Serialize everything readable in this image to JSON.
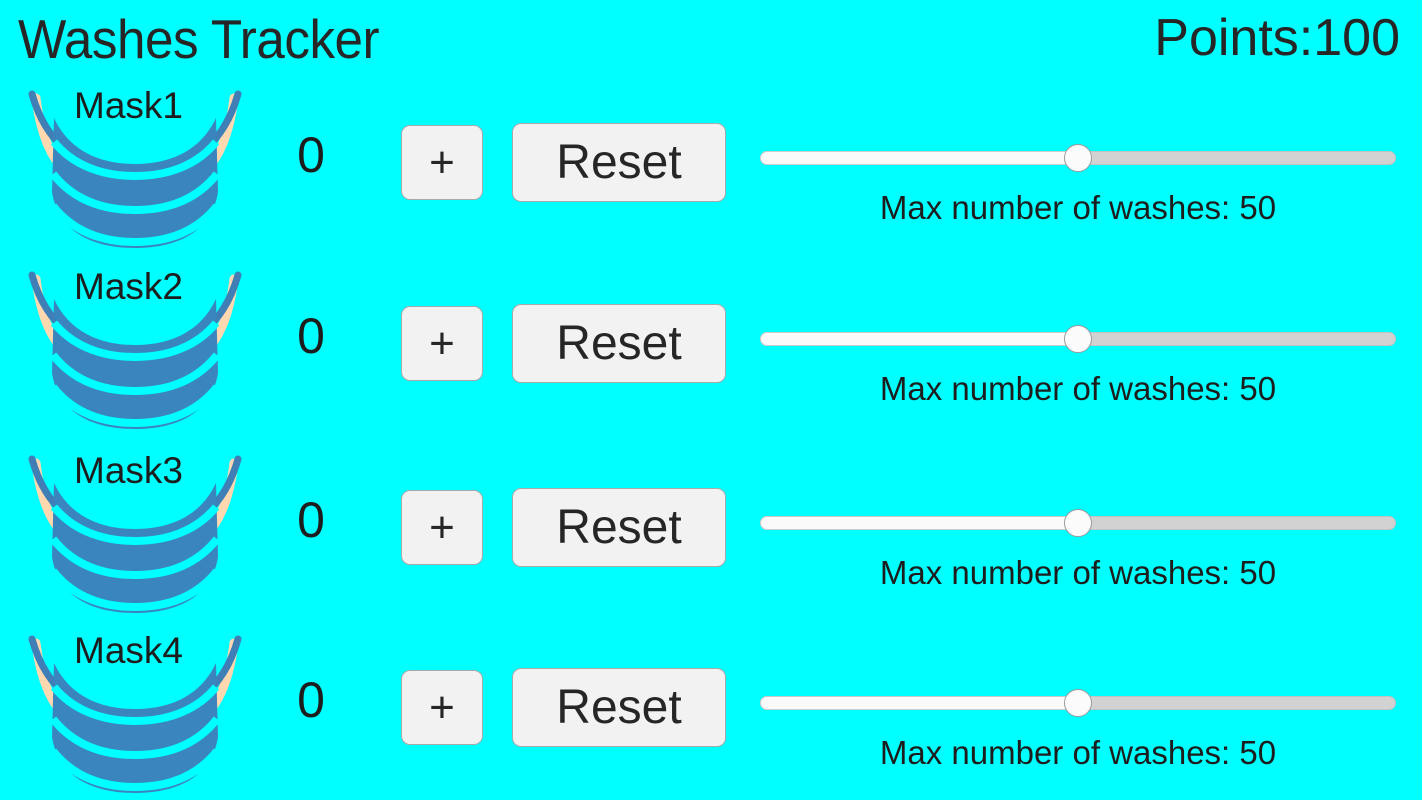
{
  "app": {
    "title": "Washes Tracker",
    "points_label": "Points:100",
    "background_color": "#00FFFF",
    "text_color": "#1d1d1d",
    "mask_color": "#3a85bd",
    "mask_accent_color": "#00ffff",
    "ear_color": "#ffd8b0",
    "button_face_color": "#f2f2f2",
    "button_border_color": "#a9a9a9"
  },
  "rows": [
    {
      "mask_label": "Mask1",
      "mask_icon": "face-mask-icon",
      "count": "0",
      "increment_label": "+",
      "reset_label": "Reset",
      "slider": {
        "value": 50,
        "min": 0,
        "max": 100,
        "percent": 50,
        "label": "Max number of washes: 50"
      }
    },
    {
      "mask_label": "Mask2",
      "mask_icon": "face-mask-icon",
      "count": "0",
      "increment_label": "+",
      "reset_label": "Reset",
      "slider": {
        "value": 50,
        "min": 0,
        "max": 100,
        "percent": 50,
        "label": "Max number of washes: 50"
      }
    },
    {
      "mask_label": "Mask3",
      "mask_icon": "face-mask-icon",
      "count": "0",
      "increment_label": "+",
      "reset_label": "Reset",
      "slider": {
        "value": 50,
        "min": 0,
        "max": 100,
        "percent": 50,
        "label": "Max number of washes: 50"
      }
    },
    {
      "mask_label": "Mask4",
      "mask_icon": "face-mask-icon",
      "count": "0",
      "increment_label": "+",
      "reset_label": "Reset",
      "slider": {
        "value": 50,
        "min": 0,
        "max": 100,
        "percent": 50,
        "label": "Max number of washes: 50"
      }
    }
  ]
}
